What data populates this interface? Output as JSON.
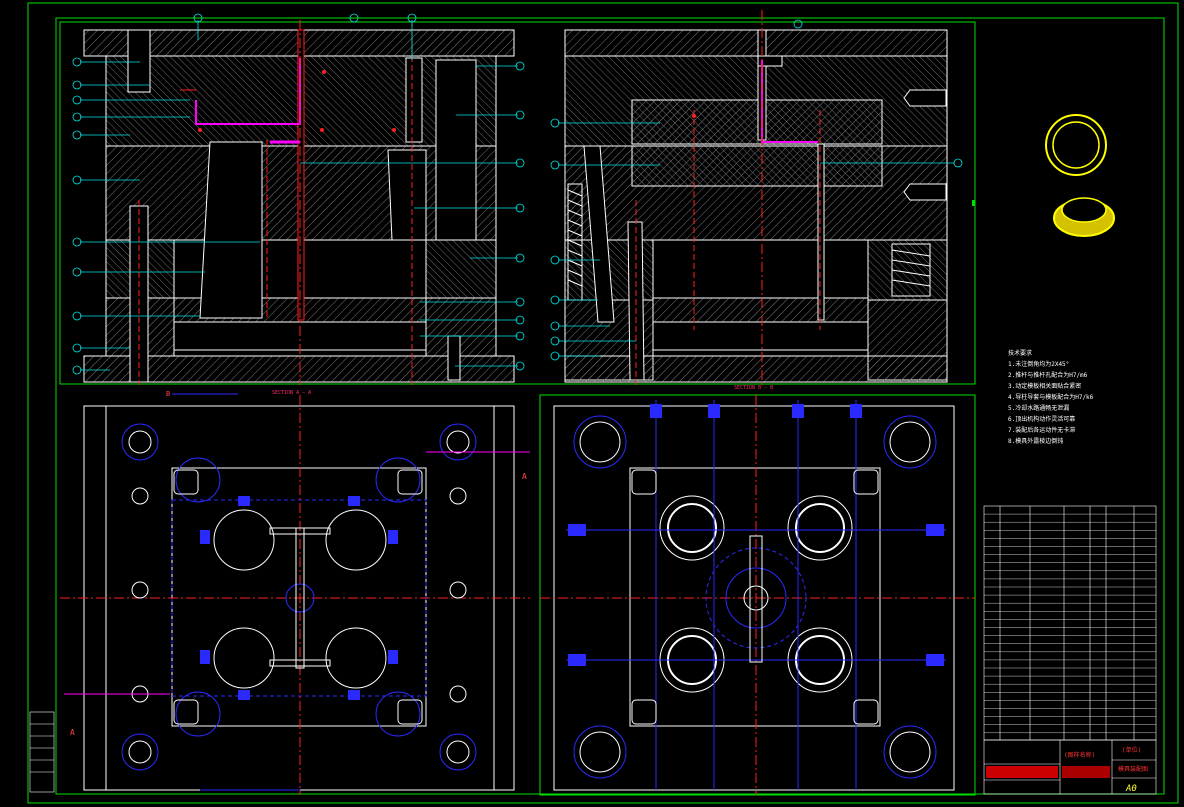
{
  "drawing": {
    "sheet_size": "A0",
    "section_a_label": "SECTION A — A",
    "section_b_label": "SECTION B — B",
    "cut_a": "A",
    "cut_b": "B",
    "title_red_1": "(图样名称)",
    "title_red_2": "(单位)",
    "title_red_3": "模具装配图"
  },
  "notes": {
    "heading": "技术要求",
    "lines": [
      "1.未注倒角均为2X45°",
      "2.推杆与推杆孔配合为H7/m6",
      "3.动定模板相关面贴合紧密",
      "4.导柱导套与模板配合为H7/k6",
      "5.冷却水路通畅无泄漏",
      "6.顶出机构动作灵活可靠",
      "7.装配后各运动件无卡滞",
      "8.模具外露棱边倒钝"
    ]
  },
  "colors": {
    "frame": "#00e000",
    "cyan": "#00e6e6",
    "red": "#ff2020",
    "blue": "#2a2aff",
    "white": "#ffffff",
    "magenta": "#ff00ff",
    "yellow": "#ffff00"
  }
}
